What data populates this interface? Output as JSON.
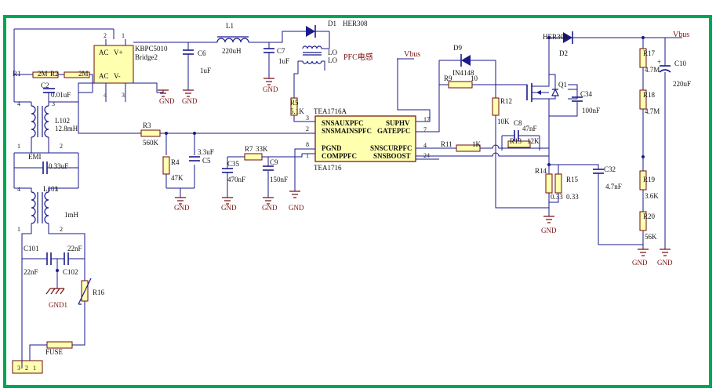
{
  "nets": {
    "vbus_right": "Vbus",
    "vbus_mid": "Vbus",
    "gnd": "GND",
    "gnd1": "GND1"
  },
  "ic": {
    "ref": "TEA1716A",
    "part": "TEA1716",
    "pins_left": [
      "SNSAUXPFC",
      "SNSMAINSPFC",
      "PGND",
      "COMPPFC"
    ],
    "pins_right": [
      "SUPHV",
      "GATEPFC",
      "SNSCURPFC",
      "SNSBOOST"
    ],
    "pin_nums_left": [
      "3",
      "2",
      "8",
      "1"
    ],
    "pin_nums_right": [
      "17",
      "7",
      "4",
      "24"
    ]
  },
  "bridge": {
    "name": "KBPC5010",
    "ref": "Bridge2",
    "ac1": "AC",
    "ac2": "AC",
    "vp": "V+",
    "vm": "V-",
    "pins": [
      "2",
      "1",
      "4",
      "3"
    ]
  },
  "components": {
    "R1": {
      "ref": "R1",
      "value": "2M"
    },
    "R2": {
      "ref": "R2",
      "value": "2M"
    },
    "C2": {
      "ref": "C2",
      "value": "0.01uF"
    },
    "L102": {
      "ref": "L102",
      "value": "12.8mH"
    },
    "EMI": {
      "ref": "EMI"
    },
    "C33": {
      "ref": "",
      "value": "0.33uF"
    },
    "L101": {
      "ref": "L101",
      "value": "1mH"
    },
    "C101": {
      "ref": "C101",
      "value": "22nF"
    },
    "C_right": {
      "ref": "",
      "value": "22nF"
    },
    "C102": {
      "ref": "C102"
    },
    "R16": {
      "ref": "R16"
    },
    "FUSE": {
      "ref": "FUSE"
    },
    "L1": {
      "ref": "L1",
      "value": "220uH"
    },
    "C6": {
      "ref": "C6",
      "value": "1uF"
    },
    "C7": {
      "ref": "C7",
      "value": "1uF"
    },
    "D1": {
      "ref": "D1",
      "value": "HER308"
    },
    "D2": {
      "ref": "D2",
      "value": "HER308"
    },
    "PFC": {
      "value": "PFC电感",
      "tap": "LO"
    },
    "R5": {
      "ref": "R5",
      "value": "5.1K"
    },
    "R3": {
      "ref": "R3",
      "value": "560K"
    },
    "R4": {
      "ref": "R4",
      "value": "47K"
    },
    "C5": {
      "ref": "C5",
      "value": "3.3uF"
    },
    "C35": {
      "ref": "C35",
      "value": "470nF"
    },
    "R7": {
      "ref": "R7",
      "value": "33K"
    },
    "C9": {
      "ref": "C9",
      "value": "150nF"
    },
    "D9": {
      "ref": "D9",
      "value": "IN4148"
    },
    "R9": {
      "ref": "R9",
      "value": "10"
    },
    "R12": {
      "ref": "R12",
      "value": "10K"
    },
    "C8": {
      "ref": "C8",
      "value": "47nF"
    },
    "R13": {
      "ref": "R13",
      "value": "12K"
    },
    "R11": {
      "ref": "R11",
      "value": "1K"
    },
    "Q1": {
      "ref": "Q1"
    },
    "C34": {
      "ref": "C34",
      "value": "100nF"
    },
    "R14": {
      "ref": "R14",
      "value": "0.33"
    },
    "R15": {
      "ref": "R15",
      "value": "0.33"
    },
    "C32": {
      "ref": "C32",
      "value": "4.7nF"
    },
    "R17": {
      "ref": "R17",
      "value": "4.7M"
    },
    "R18": {
      "ref": "R18",
      "value": "4.7M"
    },
    "R19": {
      "ref": "R19",
      "value": "3.6K"
    },
    "R20": {
      "ref": "R20",
      "value": "56K"
    },
    "C10": {
      "ref": "C10",
      "value": "220uF"
    }
  },
  "inductor_pins": {
    "top_l": "4",
    "top_r": "3",
    "mid_l": "1",
    "mid_r": "2",
    "bot_l": "4",
    "bot_r": "3",
    "low_l": "1",
    "low_r": "2"
  },
  "connector": {
    "pins": [
      "3",
      "2",
      "1"
    ]
  }
}
